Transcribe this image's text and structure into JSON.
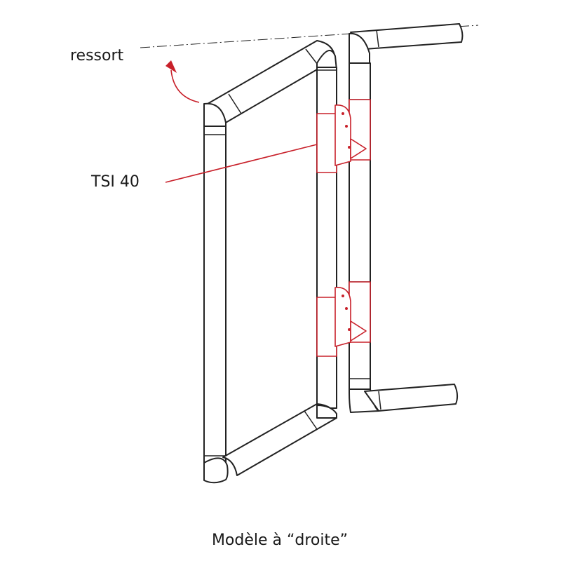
{
  "labels": {
    "spring": "ressort",
    "hinge_model": "TSI 40",
    "caption": "Modèle à “droite”"
  },
  "colors": {
    "line": "#222222",
    "accent": "#c8202a",
    "background": "#ffffff"
  }
}
